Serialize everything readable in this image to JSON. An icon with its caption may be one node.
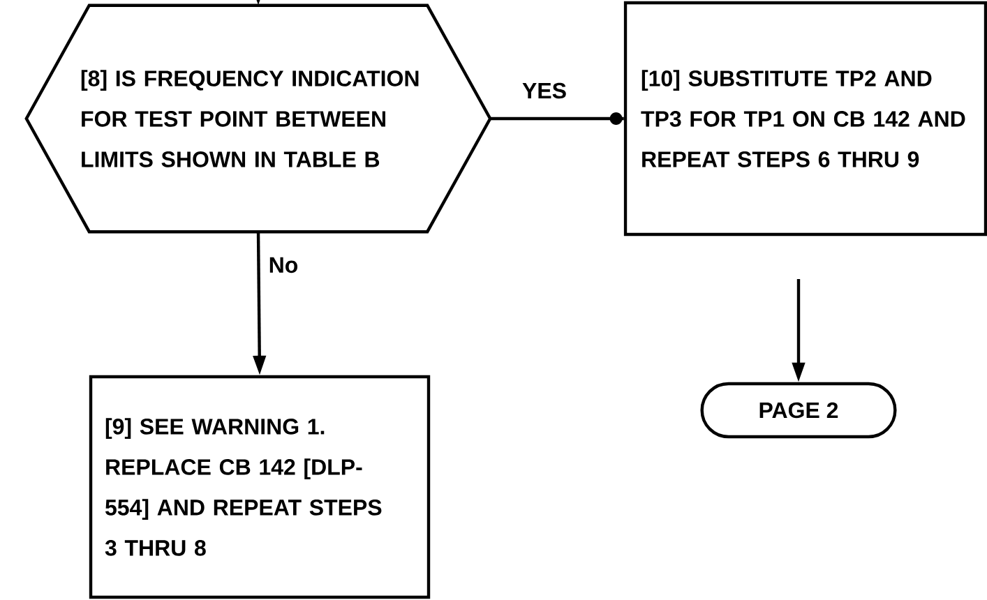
{
  "diagram": {
    "nodes": [
      {
        "text": [
          "[8] IS FREQUENCY INDICATION FOR TEST POINT BETWEEN LIMITS SHOWN IN TABLE B"
        ]
      },
      {
        "text": [
          "[9] SEE WARNING 1. REPLACE CB 142 [DLP-554] AND REPEAT STEPS 3 THRU 8"
        ]
      },
      {
        "text": [
          "[10] SUBSTITUTE TP2 AND TP3 FOR TP1 ON CB 142 AND REPEAT STEPS 6 THRU 9"
        ]
      },
      {
        "text": [
          "PAGE 2"
        ]
      }
    ],
    "edges": [
      {
        "from": null,
        "to": 0,
        "arrow": "to"
      },
      {
        "from": 0,
        "to": 2,
        "arrow": "other",
        "label": "YES"
      },
      {
        "from": 0,
        "to": 1,
        "arrow": "to",
        "label": "No"
      },
      {
        "from": null,
        "to": 3,
        "arrow": "to"
      }
    ]
  }
}
